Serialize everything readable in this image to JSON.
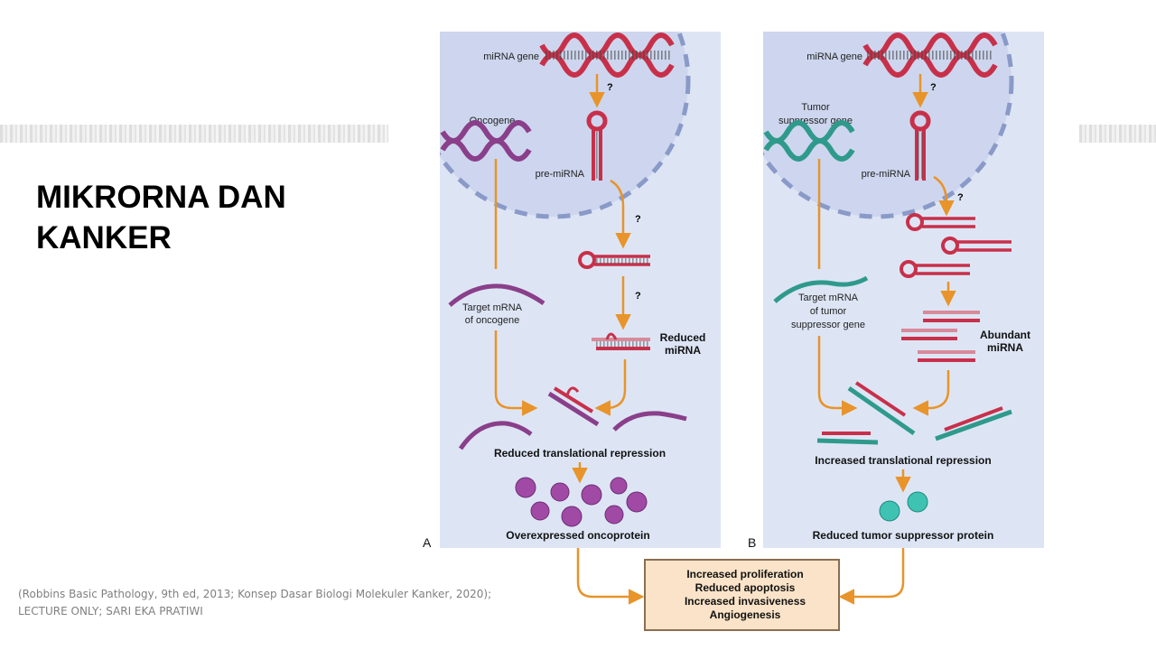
{
  "slide": {
    "title_line1": "MIKRORNA DAN",
    "title_line2": "KANKER",
    "citation_line1": "(Robbins Basic Pathology, 9th ed, 2013; Konsep Dasar Biologi Molekuler Kanker, 2020);",
    "citation_line2": "LECTURE ONLY; SARI EKA PRATIWI"
  },
  "panel_a": {
    "letter": "A",
    "mirna_gene": "miRNA gene",
    "question": "?",
    "gene_label": "Oncogene",
    "pre_mirna": "pre-miRNA",
    "target_line1": "Target mRNA",
    "target_line2": "of oncogene",
    "mirna_level_line1": "Reduced",
    "mirna_level_line2": "miRNA",
    "repression": "Reduced translational repression",
    "protein": "Overexpressed oncoprotein"
  },
  "panel_b": {
    "letter": "B",
    "mirna_gene": "miRNA gene",
    "question": "?",
    "gene_line1": "Tumor",
    "gene_line2": "suppressor gene",
    "pre_mirna": "pre-miRNA",
    "target_line1": "Target mRNA",
    "target_line2": "of tumor",
    "target_line3": "suppressor gene",
    "mirna_level_line1": "Abundant",
    "mirna_level_line2": "miRNA",
    "repression": "Increased translational repression",
    "protein": "Reduced tumor suppressor protein"
  },
  "outcomes": [
    "Increased proliferation",
    "Reduced apoptosis",
    "Increased invasiveness",
    "Angiogenesis"
  ],
  "colors": {
    "panel_bg": "#dde5f5",
    "nucleus_bg": "#cdd6ee",
    "nucleus_border": "#8a9ac8",
    "mirna_red": "#c8304a",
    "oncogene_purple": "#8a3f8a",
    "suppressor_teal": "#2f9a8c",
    "arrow_orange": "#e8942a",
    "protein_purple": "#a04aa6",
    "protein_teal": "#3ec3b3",
    "outcome_bg": "#fae3c8",
    "outcome_border": "#8a6e50"
  }
}
